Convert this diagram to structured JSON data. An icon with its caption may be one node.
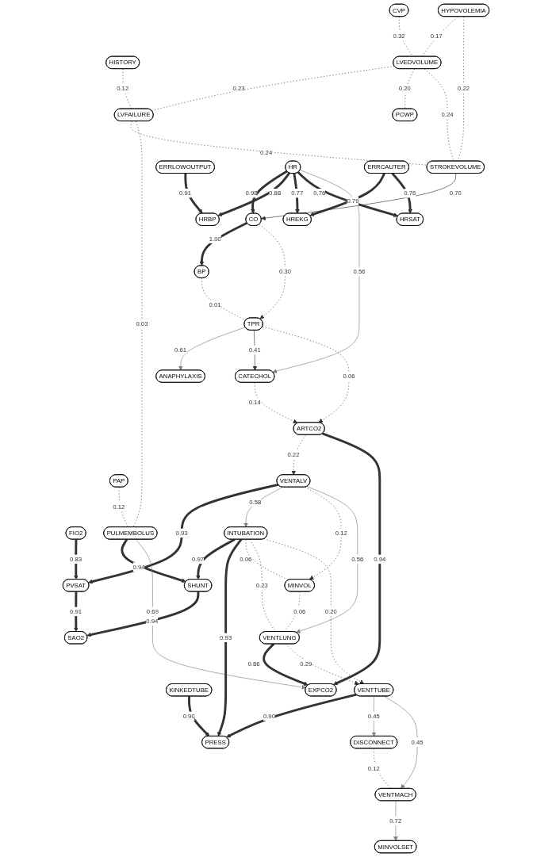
{
  "diagram": {
    "nodes": [
      {
        "text": [
          "CVP"
        ]
      },
      {
        "text": [
          "HYPOVOLEMIA"
        ]
      },
      {
        "text": [
          "HISTORY"
        ]
      },
      {
        "text": [
          "LVEDVOLUME"
        ]
      },
      {
        "text": [
          "LVFAILURE"
        ]
      },
      {
        "text": [
          "PCWP"
        ]
      },
      {
        "text": [
          "STROKEVOLUME"
        ]
      },
      {
        "text": [
          "ERRLOWOUTPUT"
        ]
      },
      {
        "text": [
          "HR"
        ]
      },
      {
        "text": [
          "ERRCAUTER"
        ]
      },
      {
        "text": [
          "CO"
        ]
      },
      {
        "text": [
          "HRBP"
        ]
      },
      {
        "text": [
          "HREKG"
        ]
      },
      {
        "text": [
          "HRSAT"
        ]
      },
      {
        "text": [
          "BP"
        ]
      },
      {
        "text": [
          "TPR"
        ]
      },
      {
        "text": [
          "ANAPHYLAXIS"
        ]
      },
      {
        "text": [
          "CATECHOL"
        ]
      },
      {
        "text": [
          "ARTCO2"
        ]
      },
      {
        "text": [
          "PAP"
        ]
      },
      {
        "text": [
          "FIO2"
        ]
      },
      {
        "text": [
          "VENTALV"
        ]
      },
      {
        "text": [
          "PULMEMBOLUS"
        ]
      },
      {
        "text": [
          "PVSAT"
        ]
      },
      {
        "text": [
          "INTUBATION"
        ]
      },
      {
        "text": [
          "SHUNT"
        ]
      },
      {
        "text": [
          "MINVOL"
        ]
      },
      {
        "text": [
          "SAO2"
        ]
      },
      {
        "text": [
          "VENTLUNG"
        ]
      },
      {
        "text": [
          "KINKEDTUBE"
        ]
      },
      {
        "text": [
          "EXPCO2"
        ]
      },
      {
        "text": [
          "VENTTUBE"
        ]
      },
      {
        "text": [
          "PRESS"
        ]
      },
      {
        "text": [
          "DISCONNECT"
        ]
      },
      {
        "text": [
          "VENTMACH"
        ]
      },
      {
        "text": [
          "MINVOLSET"
        ]
      }
    ],
    "edges": [
      {
        "from": 0,
        "to": 3,
        "arrow": "none",
        "label": "0.32",
        "style": "dashed"
      },
      {
        "from": 1,
        "to": 3,
        "arrow": "none",
        "label": "0.17",
        "style": "dashed"
      },
      {
        "from": 1,
        "to": 6,
        "arrow": "none",
        "label": "0.22",
        "style": "dashed"
      },
      {
        "from": 2,
        "to": 4,
        "arrow": "none",
        "label": "0.12",
        "style": "dashed"
      },
      {
        "from": 3,
        "to": 4,
        "arrow": "none",
        "label": "0.23",
        "style": "dashed"
      },
      {
        "from": 3,
        "to": 5,
        "arrow": "none",
        "label": "0.20",
        "style": "dashed"
      },
      {
        "from": 3,
        "to": 6,
        "arrow": "none",
        "label": "0.24",
        "style": "dashed"
      },
      {
        "from": 4,
        "to": 6,
        "arrow": "none",
        "label": "0.24",
        "style": "dashed"
      },
      {
        "from": 4,
        "to": 22,
        "arrow": "none",
        "label": "0.03",
        "style": "dashed"
      },
      {
        "from": 6,
        "to": 10,
        "arrow": "to",
        "label": "0.70"
      },
      {
        "from": 8,
        "to": 10,
        "arrow": "to",
        "label": "0.98",
        "style": "thick"
      },
      {
        "from": 7,
        "to": 11,
        "arrow": "to",
        "label": "0.91",
        "style": "thick"
      },
      {
        "from": 8,
        "to": 11,
        "arrow": "to",
        "label": "0.88",
        "style": "thick"
      },
      {
        "from": 8,
        "to": 12,
        "arrow": "to",
        "label": "0.77",
        "style": "thick"
      },
      {
        "from": 9,
        "to": 12,
        "arrow": "to",
        "label": "0.79",
        "style": "thick"
      },
      {
        "from": 8,
        "to": 13,
        "arrow": "to",
        "label": "0.76",
        "style": "thick"
      },
      {
        "from": 9,
        "to": 13,
        "arrow": "to",
        "label": "0.76",
        "style": "thick"
      },
      {
        "from": 8,
        "to": 17,
        "arrow": "to",
        "label": "0.56",
        "color": "#808080"
      },
      {
        "from": 10,
        "to": 14,
        "arrow": "to",
        "label": "1.00",
        "style": "thick"
      },
      {
        "from": 10,
        "to": 15,
        "arrow": "to",
        "label": "0.30",
        "style": "dashed"
      },
      {
        "from": 14,
        "to": 15,
        "arrow": "none",
        "label": "0.01",
        "style": "dashed"
      },
      {
        "from": 15,
        "to": 16,
        "arrow": "to",
        "label": "0.61",
        "color": "#808080"
      },
      {
        "from": 15,
        "to": 17,
        "arrow": "to",
        "label": "0.41"
      },
      {
        "from": 15,
        "to": 18,
        "arrow": "to",
        "label": "0.06",
        "style": "dashed"
      },
      {
        "from": 17,
        "to": 18,
        "arrow": "to",
        "label": "0.14",
        "style": "dashed"
      },
      {
        "from": 18,
        "to": 21,
        "arrow": "to",
        "label": "0.22",
        "style": "dashed"
      },
      {
        "from": 18,
        "to": 30,
        "arrow": "to",
        "label": "0.94",
        "style": "thick"
      },
      {
        "from": 19,
        "to": 22,
        "arrow": "none",
        "label": "0.12",
        "style": "dashed"
      },
      {
        "from": 20,
        "to": 23,
        "arrow": "to",
        "label": "0.83",
        "style": "thick"
      },
      {
        "from": 21,
        "to": 23,
        "arrow": "to",
        "label": "0.93",
        "style": "thick"
      },
      {
        "from": 21,
        "to": 24,
        "arrow": "to",
        "label": "0.58",
        "color": "#808080"
      },
      {
        "from": 21,
        "to": 26,
        "arrow": "to",
        "label": "0.12",
        "style": "dashed"
      },
      {
        "from": 21,
        "to": 28,
        "arrow": "to",
        "label": "0.56",
        "color": "#808080"
      },
      {
        "from": 22,
        "to": 25,
        "arrow": "to",
        "label": "0.94",
        "style": "thick"
      },
      {
        "from": 22,
        "to": 30,
        "arrow": "to",
        "label": "0.69",
        "color": "#808080"
      },
      {
        "from": 23,
        "to": 27,
        "arrow": "to",
        "label": "0.91",
        "style": "thick"
      },
      {
        "from": 24,
        "to": 25,
        "arrow": "to",
        "label": "0.97",
        "style": "thick"
      },
      {
        "from": 24,
        "to": 32,
        "arrow": "to",
        "label": "0.93",
        "style": "thick"
      },
      {
        "from": 24,
        "to": 26,
        "arrow": "none",
        "label": "0.06",
        "style": "dashed"
      },
      {
        "from": 24,
        "to": 28,
        "arrow": "none",
        "label": "0.23",
        "style": "dashed"
      },
      {
        "from": 24,
        "to": 31,
        "arrow": "to",
        "label": "0.20",
        "style": "dashed"
      },
      {
        "from": 26,
        "to": 28,
        "arrow": "none",
        "label": "0.06",
        "style": "dashed"
      },
      {
        "from": 25,
        "to": 27,
        "arrow": "to",
        "label": "0.94",
        "style": "thick"
      },
      {
        "from": 28,
        "to": 30,
        "arrow": "to",
        "label": "0.86",
        "style": "thick"
      },
      {
        "from": 28,
        "to": 31,
        "arrow": "to",
        "label": "0.29",
        "style": "dashed"
      },
      {
        "from": 29,
        "to": 32,
        "arrow": "to",
        "label": "0.90",
        "style": "thick"
      },
      {
        "from": 31,
        "to": 32,
        "arrow": "to",
        "label": "0.90",
        "style": "thick"
      },
      {
        "from": 31,
        "to": 33,
        "arrow": "to",
        "label": "0.45",
        "color": "#808080"
      },
      {
        "from": 31,
        "to": 34,
        "arrow": "to",
        "label": "0.45",
        "color": "#808080"
      },
      {
        "from": 33,
        "to": 34,
        "arrow": "none",
        "label": "0.12",
        "style": "dashed"
      },
      {
        "from": 34,
        "to": 35,
        "arrow": "to",
        "label": "0.72",
        "color": "#808080"
      }
    ]
  }
}
